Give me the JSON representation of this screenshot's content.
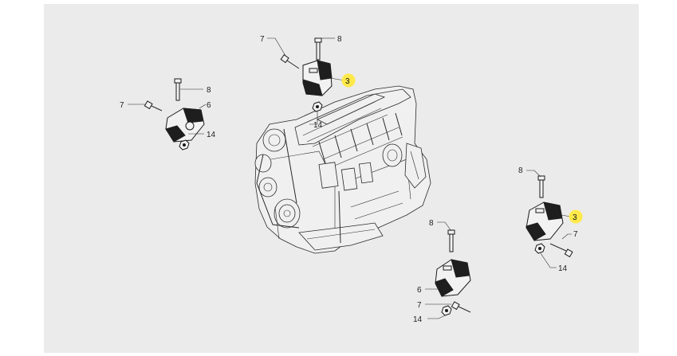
{
  "diagram": {
    "highlight_color": "#ffe94a",
    "line_color": "#2a2a2a",
    "background_color": "#ebebeb",
    "callouts": {
      "top_bolt": "8",
      "top_washer": "7",
      "top_mount": "3",
      "top_nut": "14",
      "left_bolt": "8",
      "left_washer": "7",
      "left_mount": "6",
      "left_nut": "14",
      "right_bolt": "8",
      "right_mount": "3",
      "right_washer": "7",
      "right_nut": "14",
      "bottom_bolt": "8",
      "bottom_mount": "6",
      "bottom_washer": "7",
      "bottom_nut": "14"
    }
  }
}
